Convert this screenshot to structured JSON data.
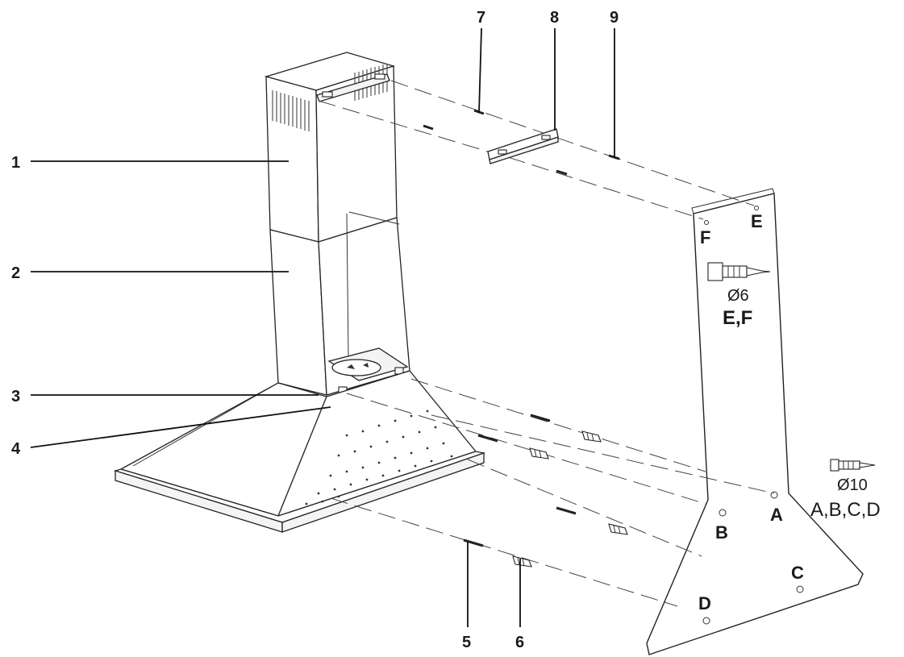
{
  "part_numbers": [
    "1",
    "2",
    "3",
    "4",
    "5",
    "6",
    "7",
    "8",
    "9"
  ],
  "wall_points": {
    "a": "A",
    "b": "B",
    "c": "C",
    "d": "D",
    "e": "E",
    "f": "F"
  },
  "upper_fixing": {
    "diameter": "Ø6",
    "points": "E,F"
  },
  "lower_fixing": {
    "diameter": "Ø10",
    "points": "A,B,C,D"
  }
}
